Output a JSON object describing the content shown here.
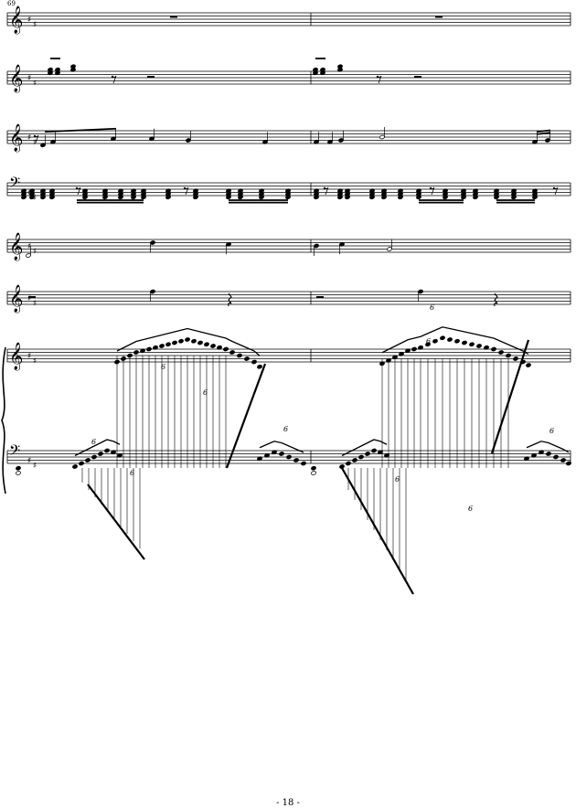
{
  "page": {
    "measure_number": "69",
    "page_number": "- 18 -"
  },
  "score": {
    "key_signature": "D major (2 sharps)",
    "clefs": [
      "treble",
      "treble",
      "treble",
      "bass",
      "treble",
      "treble",
      "treble",
      "bass"
    ],
    "tuplet_marks": [
      "6",
      "6",
      "6",
      "6",
      "6",
      "6",
      "6"
    ],
    "icons": {
      "treble_clef": "treble-clef-icon",
      "bass_clef": "bass-clef-icon",
      "sharp": "sharp-icon",
      "rest": "rest-icon"
    }
  },
  "colors": {
    "ink": "#000000",
    "paper": "#ffffff"
  }
}
